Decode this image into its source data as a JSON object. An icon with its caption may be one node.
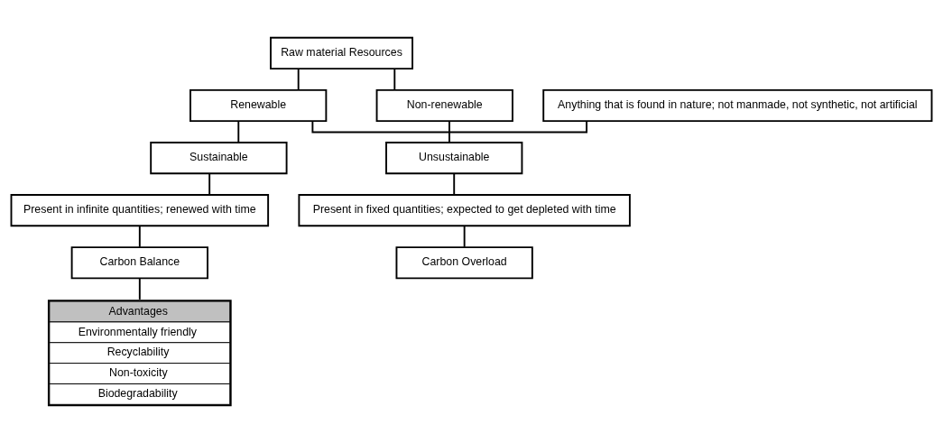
{
  "diagram": {
    "nodes": [
      {
        "text": [
          "Raw material Resources"
        ]
      },
      {
        "text": [
          "Renewable"
        ]
      },
      {
        "text": [
          "Non-renewable"
        ]
      },
      {
        "text": [
          "Anything that is found in nature; not manmade, not synthetic, not artificial"
        ]
      },
      {
        "text": [
          "Sustainable"
        ]
      },
      {
        "text": [
          "Unsustainable"
        ]
      },
      {
        "text": [
          "Present in infinite quantities; renewed with time"
        ]
      },
      {
        "text": [
          "Present in fixed quantities; expected to get depleted with time"
        ]
      },
      {
        "text": [
          "Carbon Balance"
        ]
      },
      {
        "text": [
          "Carbon Overload"
        ]
      },
      {
        "text": [
          "Advantages",
          "Environmentally friendly",
          "Recyclability",
          "Non-toxicity",
          "Biodegradability"
        ]
      }
    ],
    "edges": [
      {
        "from": 0,
        "to": 1,
        "arrow": "none"
      },
      {
        "from": 0,
        "to": 2,
        "arrow": "none"
      },
      {
        "from": 3,
        "to": 1,
        "arrow": "none"
      },
      {
        "from": 1,
        "to": 4,
        "arrow": "none"
      },
      {
        "from": 4,
        "to": 6,
        "arrow": "none"
      },
      {
        "from": 6,
        "to": 8,
        "arrow": "none"
      },
      {
        "from": 8,
        "to": 10,
        "arrow": "none"
      },
      {
        "from": 2,
        "to": 5,
        "arrow": "none"
      },
      {
        "from": 5,
        "to": 7,
        "arrow": "none"
      },
      {
        "from": 7,
        "to": 9,
        "arrow": "none"
      }
    ]
  }
}
